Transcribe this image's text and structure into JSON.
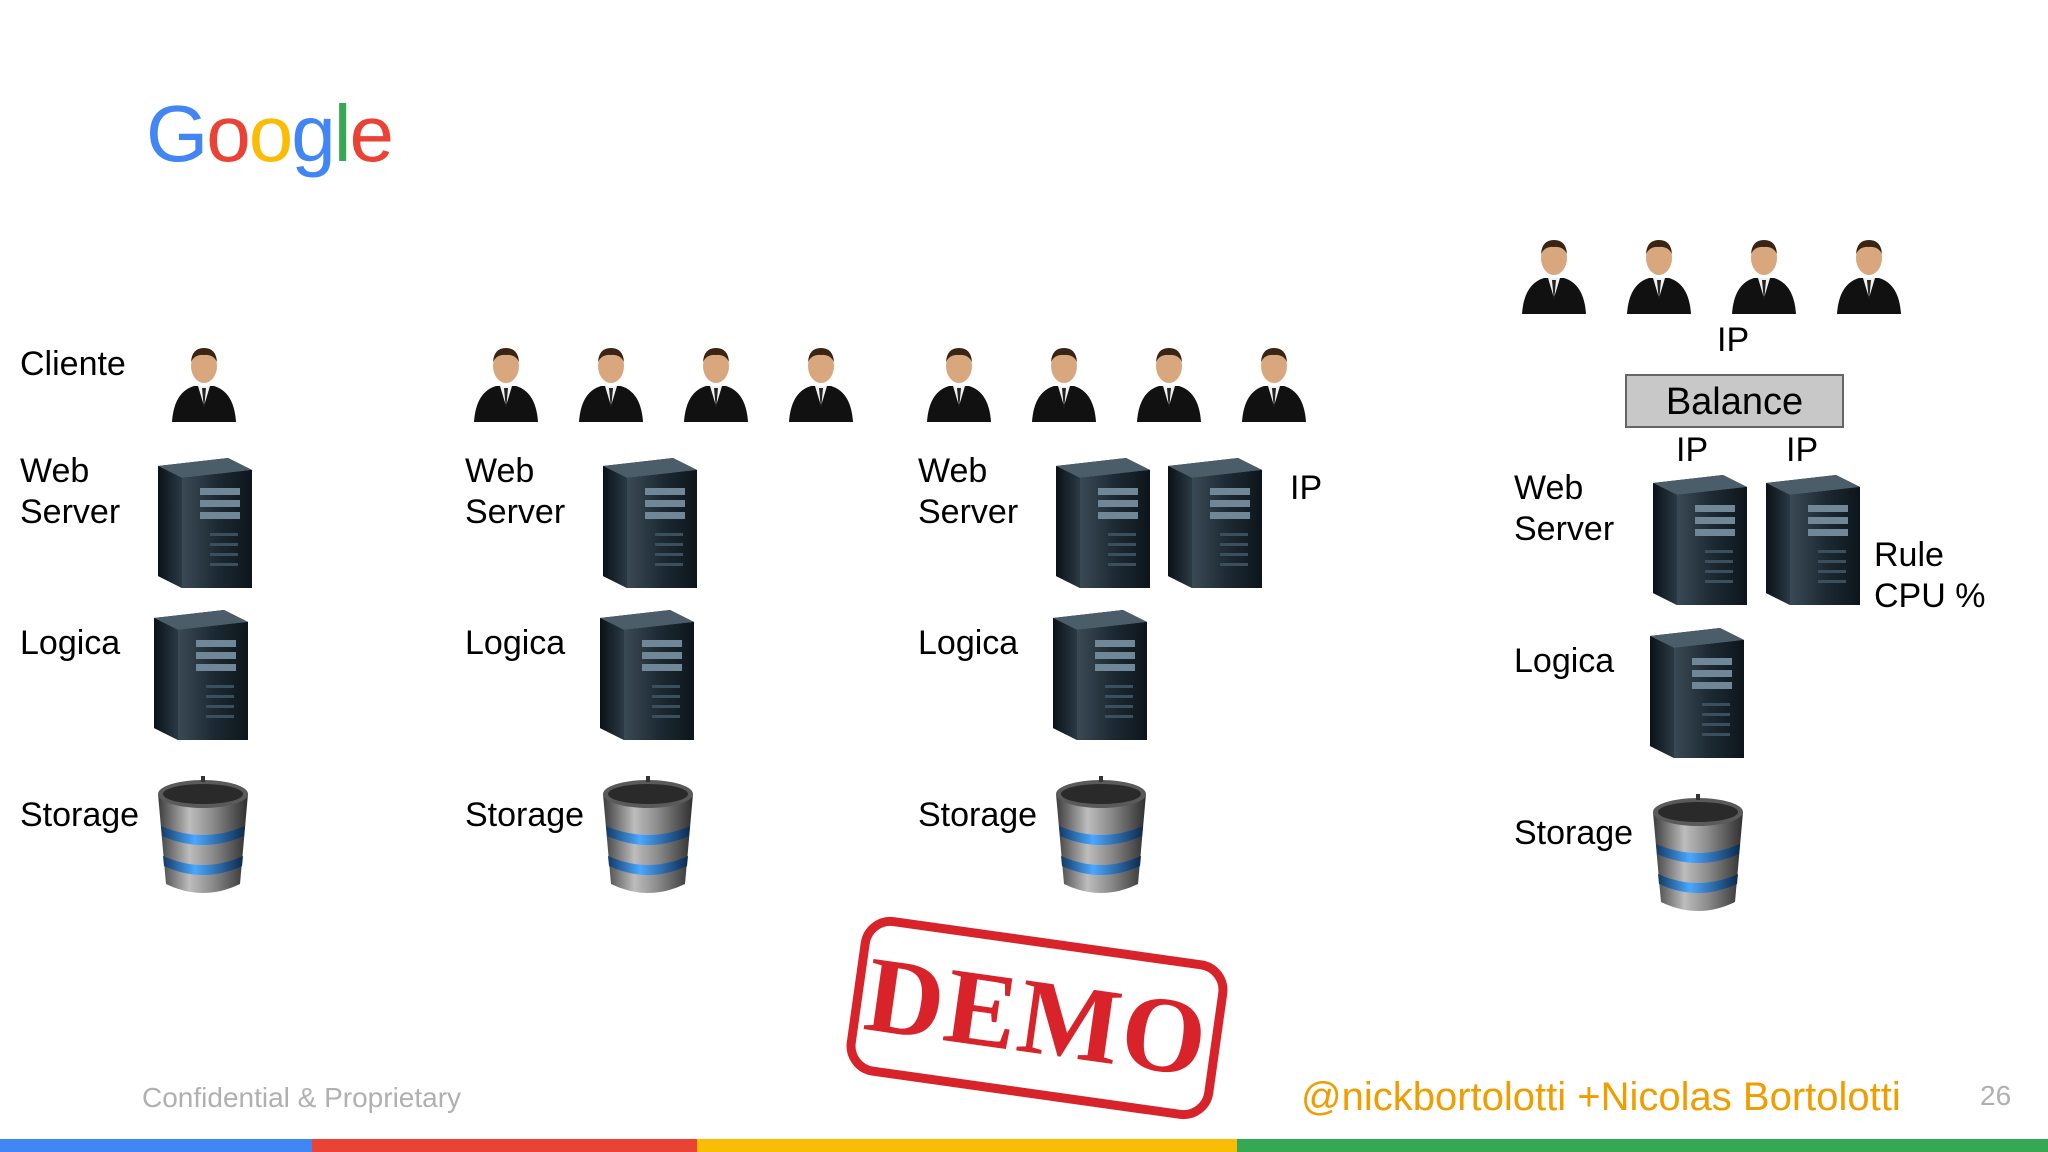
{
  "logo": {
    "letters": [
      "G",
      "o",
      "o",
      "g",
      "l",
      "e"
    ],
    "colors": [
      "#4285F4",
      "#EA4335",
      "#FBBC05",
      "#4285F4",
      "#34A853",
      "#EA4335"
    ]
  },
  "columns": [
    {
      "client_label": "Cliente",
      "web_label": "Web\nServer",
      "logic_label": "Logica",
      "storage_label": "Storage"
    },
    {
      "web_label": "Web\nServer",
      "logic_label": "Logica",
      "storage_label": "Storage"
    },
    {
      "web_label": "Web\nServer",
      "ip_label": "IP",
      "logic_label": "Logica",
      "storage_label": "Storage"
    },
    {
      "ip_top": "IP",
      "balance": "Balance",
      "ip_left": "IP",
      "ip_right": "IP",
      "web_label": "Web\nServer",
      "rule_label": "Rule\nCPU %",
      "logic_label": "Logica",
      "storage_label": "Storage"
    }
  ],
  "stamp": "DEMO",
  "footer": {
    "confidential": "Confidential & Proprietary",
    "handle": "@nickbortolotti +Nicolas Bortolotti",
    "page": "26"
  },
  "stripe_colors": [
    "#4285F4",
    "#EA4335",
    "#FBBC05",
    "#34A853"
  ]
}
